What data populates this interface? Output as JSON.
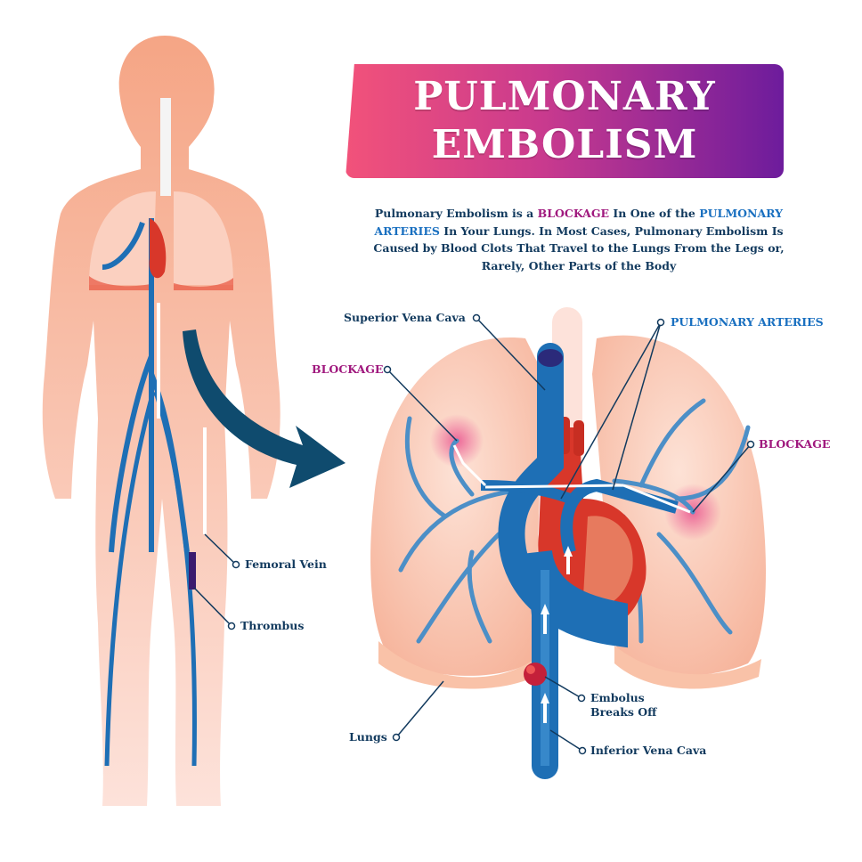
{
  "title": {
    "line1": "PULMONARY",
    "line2": "EMBOLISM"
  },
  "description": {
    "part1": "Pulmonary Embolism is a ",
    "highlight1": "BLOCKAGE",
    "part2": " In One of the ",
    "highlight2": "PULMONARY ARTERIES",
    "part3": " In Your Lungs. In Most Cases, Pulmonary Embolism Is Caused by Blood Clots That Travel to the Lungs From the Legs or, Rarely, Other Parts of the Body"
  },
  "labels": {
    "superior_vena_cava": "Superior Vena Cava",
    "pulmonary_arteries": "PULMONARY ARTERIES",
    "blockage_left": "BLOCKAGE",
    "blockage_right": "BLOCKAGE",
    "femoral_vein": "Femoral Vein",
    "thrombus": "Thrombus",
    "embolus_line1": "Embolus",
    "embolus_line2": "Breaks Off",
    "lungs": "Lungs",
    "inferior_vena_cava": "Inferior Vena Cava"
  },
  "colors": {
    "body": "#f7a98c",
    "vein": "#1e6fb5",
    "artery": "#d8372a",
    "label": "#123a5e",
    "accent_purple": "#a0197e",
    "accent_blue": "#1a70c0",
    "arrow": "#0f4b6e"
  }
}
